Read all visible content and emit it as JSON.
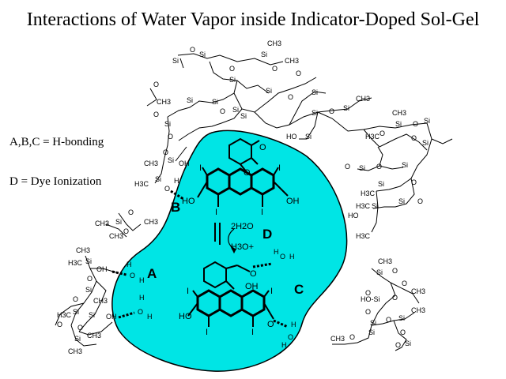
{
  "title": "Interactions of Water Vapor inside Indicator-Doped Sol-Gel",
  "legend": {
    "line1": "A,B,C = H-bonding",
    "line2": "D = Dye Ionization"
  },
  "labels": {
    "a": "A",
    "b": "B",
    "c": "C",
    "d": "D"
  },
  "species": {
    "water": "2H2O",
    "hydronium": "H3O+"
  },
  "atoms": {
    "si": "Si",
    "o": "O",
    "h": "H",
    "ho": "HO",
    "oh": "OH",
    "ch3": "CH3",
    "h3c": "H3C",
    "iodine": "I",
    "hosi": "HO-Si",
    "oh_wave": "OH~"
  },
  "colors": {
    "pore": "#00e5e5",
    "ink": "#000000",
    "background": "#ffffff"
  }
}
